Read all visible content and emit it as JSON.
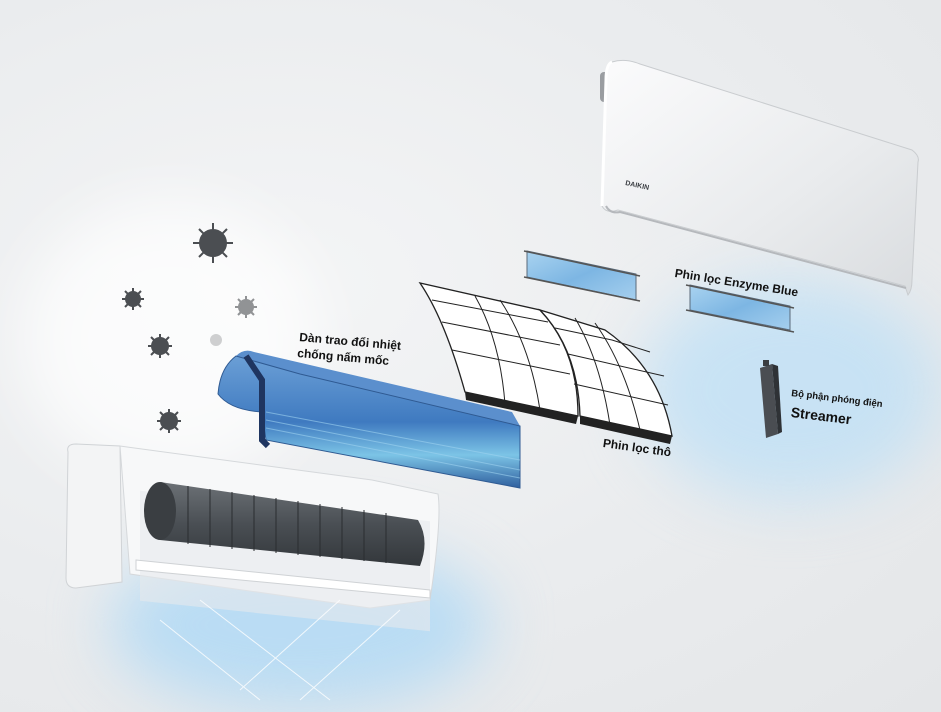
{
  "diagram": {
    "title": "Daikin air conditioner exploded view",
    "brand_logo": "DAIKIN",
    "labels": {
      "heat_exchanger_line1": "Dàn trao đổi nhiệt",
      "heat_exchanger_line2": "chống nấm mốc",
      "enzyme_filter": "Phin lọc Enzyme Blue",
      "coarse_filter": "Phin lọc thô",
      "streamer_line1": "Bộ phận phóng điện",
      "streamer_line2": "Streamer"
    },
    "components": [
      {
        "id": "front-panel",
        "name": "Front panel"
      },
      {
        "id": "enzyme-blue-filter",
        "name": "Phin lọc Enzyme Blue",
        "count": 2
      },
      {
        "id": "coarse-filter",
        "name": "Phin lọc thô"
      },
      {
        "id": "streamer-unit",
        "name": "Bộ phận phóng điện Streamer"
      },
      {
        "id": "heat-exchanger",
        "name": "Dàn trao đổi nhiệt chống nấm mốc"
      },
      {
        "id": "indoor-unit-body",
        "name": "Indoor unit with cross-flow fan"
      },
      {
        "id": "virus-particles",
        "name": "Virus particles",
        "count": 7
      }
    ],
    "colors": {
      "background": "#eceef0",
      "heat_exchanger": "#4a86c8",
      "filter_blue": "#8fc3ea",
      "fan_drum": "#4d5257",
      "panel": "#f2f3f4",
      "virus": "#4b4e52",
      "air_glow": "#bfe0f5"
    }
  }
}
